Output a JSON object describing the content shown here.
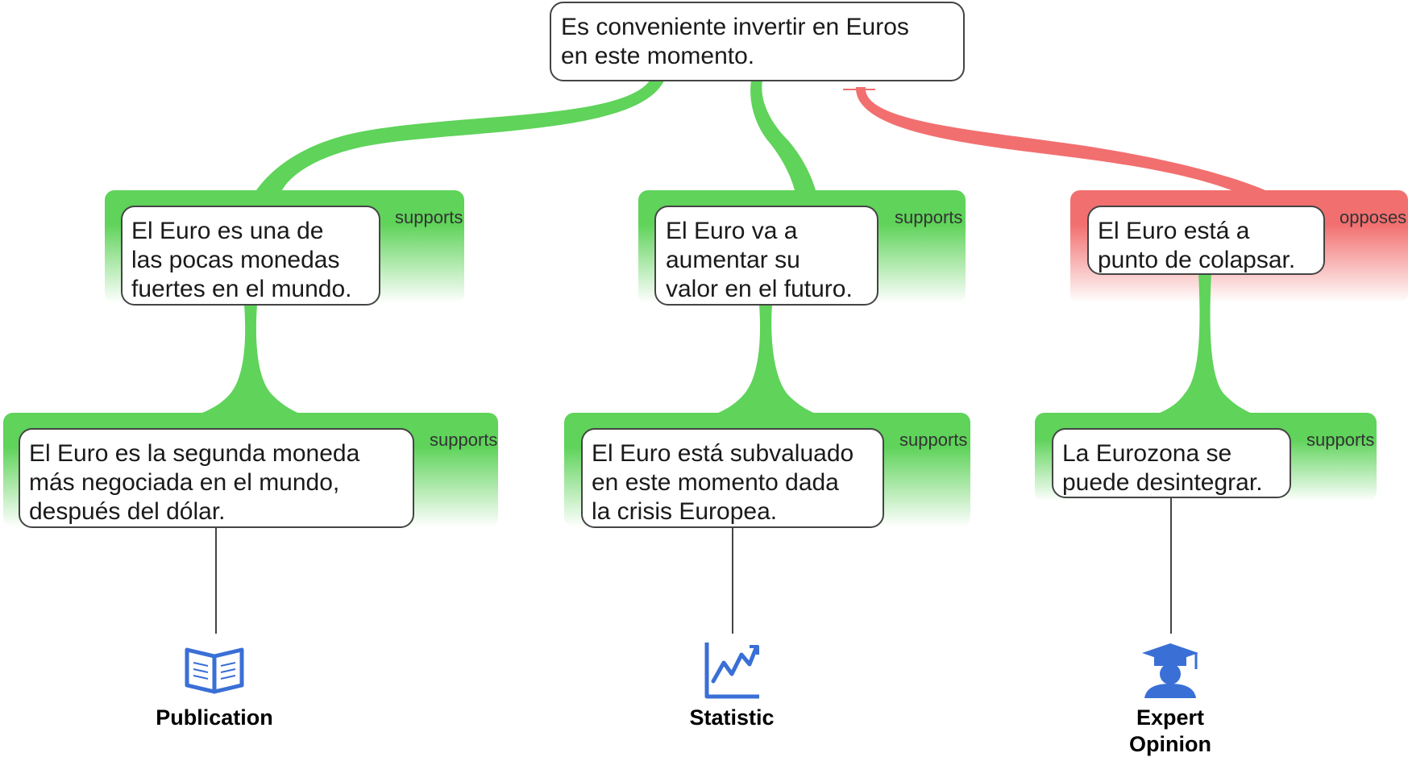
{
  "diagram": {
    "colors": {
      "support": "#5fd35a",
      "oppose": "#f26f6f",
      "box_border": "#444444",
      "connector": "#444444",
      "icon_blue": "#3a6fd6"
    },
    "claim": {
      "lines": [
        "Es conveniente invertir en Euros",
        "en este momento."
      ]
    },
    "level1": [
      {
        "relation": "supports",
        "lines": [
          "El Euro es una de",
          "las pocas monedas",
          "fuertes en el mundo."
        ]
      },
      {
        "relation": "supports",
        "lines": [
          "El Euro va a",
          "aumentar su",
          "valor en el futuro."
        ]
      },
      {
        "relation": "opposes",
        "lines": [
          "El Euro está a",
          "punto de colapsar."
        ]
      }
    ],
    "level2": [
      {
        "relation": "supports",
        "lines": [
          "El Euro es la segunda moneda",
          "más negociada en el mundo,",
          "después del dólar."
        ]
      },
      {
        "relation": "supports",
        "lines": [
          "El Euro está subvaluado",
          "en este momento dada",
          "la crisis Europea."
        ]
      },
      {
        "relation": "supports",
        "lines": [
          "La Eurozona se",
          "puede desintegrar."
        ]
      }
    ],
    "evidence": [
      {
        "icon": "book-icon",
        "lines": [
          "Publication"
        ]
      },
      {
        "icon": "chart-icon",
        "lines": [
          "Statistic"
        ]
      },
      {
        "icon": "graduate-icon",
        "lines": [
          "Expert",
          "Opinion"
        ]
      }
    ]
  }
}
